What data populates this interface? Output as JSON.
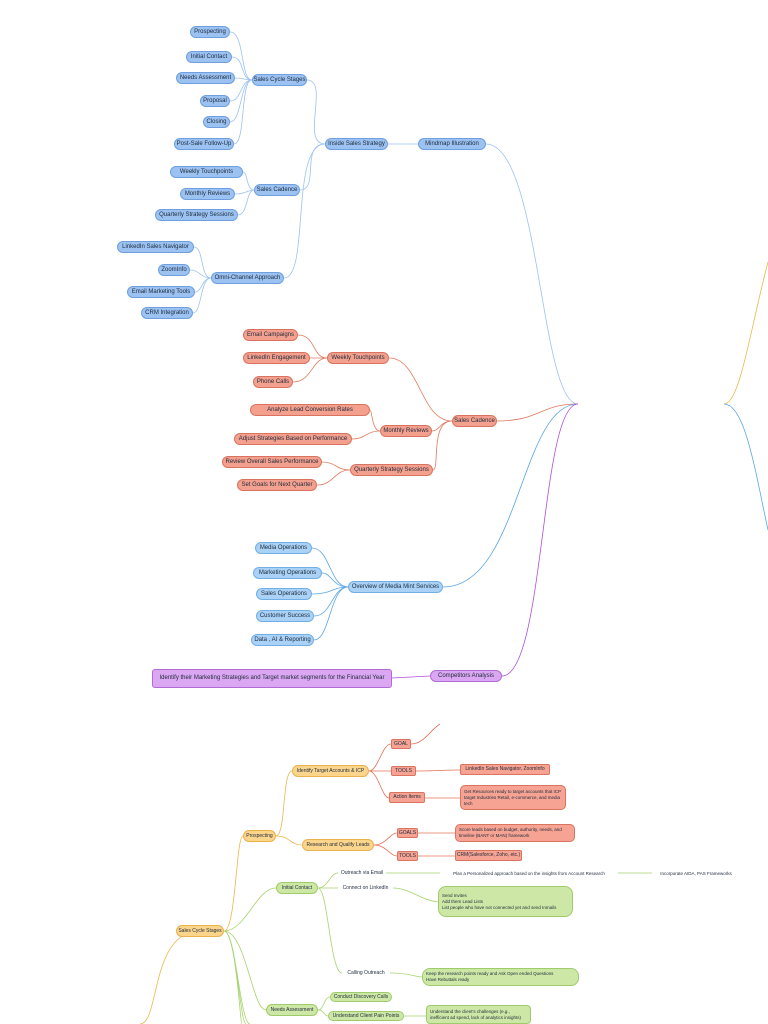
{
  "nodes": {
    "root": "Mindmap Illustration",
    "inside_sales_strategy": "Inside Sales Strategy",
    "sales_cycle_stages": "Sales Cycle Stages",
    "prospecting": "Prospecting",
    "initial_contact": "Initial Contact",
    "needs_assessment": "Needs Assessment",
    "proposal": "Proposal",
    "closing": "Closing",
    "post_sale": "Post-Sale Follow-Up",
    "sales_cadence_a": "Sales Cadence",
    "weekly_tp_a": "Weekly Touchpoints",
    "monthly_rev_a": "Monthly Reviews",
    "quarterly_a": "Quarterly Strategy Sessions",
    "omni": "Omni-Channel Approach",
    "linkedin_nav": "LinkedIn Sales Navigator",
    "zoominfo": "ZoomInfo",
    "email_tools": "Email Marketing Tools",
    "crm_integration": "CRM Integration",
    "sales_cadence_b": "Sales Cadence",
    "weekly_tp_b": "Weekly Touchpoints",
    "email_campaigns": "Email Campaigns",
    "linkedin_engagement": "LinkedIn Engagement",
    "phone_calls": "Phone Calls",
    "monthly_rev_b": "Monthly Reviews",
    "analyze_lead": "Analyze Lead Conversion Rates",
    "adjust_strategies": "Adjust Strategies Based on Performance",
    "quarterly_b": "Quarterly Strategy Sessions",
    "review_overall": "Review Overall Sales Performance",
    "set_goals": "Set Goals for Next Quarter",
    "overview_mms": "Overview of Media Mint Services",
    "media_ops": "Media Operations",
    "marketing_ops": "Marketing Operations",
    "sales_ops": "Sales Operations",
    "customer_success": "Customer Success",
    "data_ai": "Data , AI & Reporting",
    "competitors": "Competitors Analysis",
    "identify_strategies": "Identify their Marketing Strategies and Target market segments for the Financial Year",
    "sales_cycle_stages_2": "Sales Cycle Stages",
    "prospecting_2": "Prospecting",
    "identify_target": "Identify Target Accounts & ICP",
    "goal": "GOAL",
    "tools_1": "TOOLS",
    "linkedin_tools": "LinkedIn Sales Navigator, ZoomInfo",
    "action_items": "Action Items",
    "action_items_text": "Get Resources ready to target accounts that ICP target Industries Retail, e-commerce, and media tech",
    "research_qualify": "Research and Qualify Leads",
    "goals_2": "GOALS",
    "score_leads": "Score leads based on budget, authority, needs, and timeline (BANT or MAN) framework",
    "tools_2": "TOOLS",
    "crm_tools": "CRM(Salesforce, Zoho, etc.)",
    "initial_contact_2": "Initial Contact",
    "outreach_email": "Outreach via Email",
    "plan_approach": "Plan a Personalized approach based on the insights from Account Research",
    "incorporate": "Incorporate AIDA, PAS Frameworks",
    "connect_linkedin": "Connect on LinkedIn",
    "linkedin_steps": "Send Invites\nAdd them Lead Lists\nList people who have not connected yet and send Inmails",
    "calling_outreach": "Calling Outreach",
    "keep_research": "Keep the research points ready and Ask Open ended Questions\nHave Rebuttals ready",
    "needs_assessment_2": "Needs Assessment",
    "discovery_calls": "Conduct Discovery Calls",
    "understand_pain": "Understand Client Pain Points",
    "understand_challenges": "Understand the client's challenges (e.g., inefficient ad spend, lack of analytics insights)"
  },
  "colors": {
    "blue_branch": "#8fb8ea",
    "red_branch": "#e07a5f",
    "lightblue_branch": "#5aa6e6",
    "purple_branch": "#b04fd8",
    "orange_branch": "#e8b84a",
    "green_branch": "#a9d36e",
    "subred_branch": "#e0705a"
  }
}
